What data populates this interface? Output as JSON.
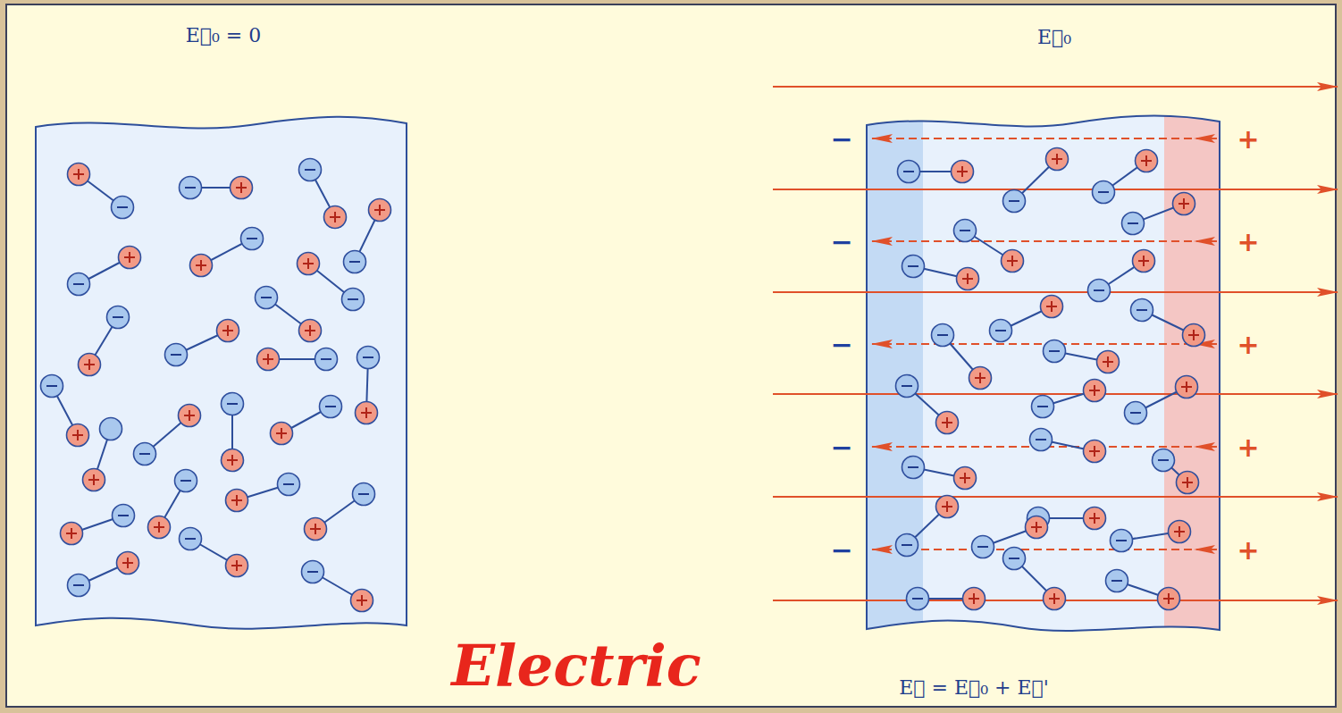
{
  "diagram": {
    "labels": [
      "E⃗₀ = 0",
      "E⃗₀",
      "−",
      "−",
      "−",
      "−",
      "−",
      "+",
      "+",
      "+",
      "+",
      "+",
      "Electric",
      "E⃗ = E⃗₀ + E⃗'"
    ]
  }
}
